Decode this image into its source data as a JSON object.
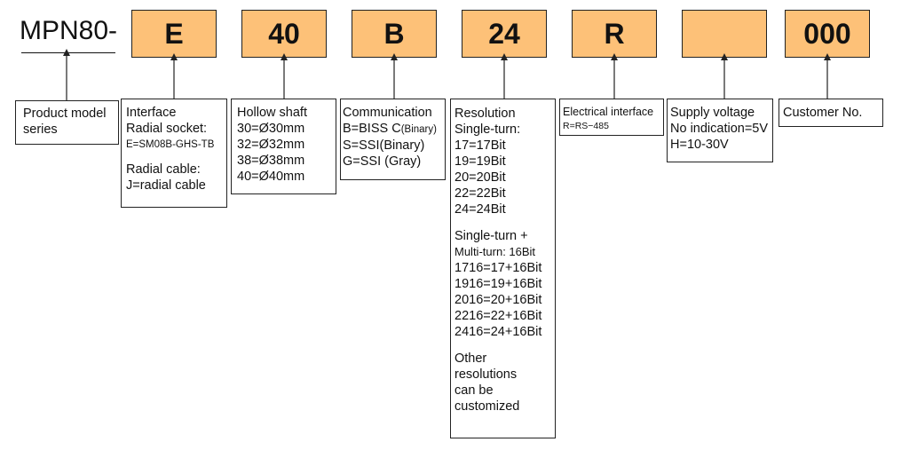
{
  "model_prefix": "MPN80-",
  "accent_color": "#FDC178",
  "codes": [
    "E",
    "40",
    "B",
    "24",
    "R",
    "",
    "000"
  ],
  "boxes": {
    "product": [
      "Product model",
      "series"
    ],
    "interface": {
      "title": "Interface",
      "socket_label": "Radial socket:",
      "socket_value": "E=SM08B-GHS-TB",
      "cable_label": "Radial cable:",
      "cable_value": "J=radial cable"
    },
    "shaft": [
      "Hollow shaft",
      "30=Ø30mm",
      "32=Ø32mm",
      "38=Ø38mm",
      "40=Ø40mm"
    ],
    "communication": {
      "title": "Communication",
      "b_main": "B=BISS C",
      "b_sub": "(Binary)",
      "s": "S=SSI(Binary)",
      "g": "G=SSI (Gray)"
    },
    "resolution": {
      "title": "Resolution",
      "single_title": "Single-turn:",
      "single": [
        "17=17Bit",
        "19=19Bit",
        "20=20Bit",
        "22=22Bit",
        "24=24Bit"
      ],
      "multi_title1": "Single-turn +",
      "multi_title2a": "Multi-turn",
      "multi_title2b": ": 16Bit",
      "multi": [
        "1716=17+16Bit",
        "1916=19+16Bit",
        "2016=20+16Bit",
        "2216=22+16Bit",
        "2416=24+16Bit"
      ],
      "other": [
        "Other",
        "resolutions",
        "can be",
        "customized"
      ]
    },
    "electrical": {
      "title": "Electrical interface",
      "value": "R=RS−485"
    },
    "supply": [
      "Supply voltage",
      "No indication=5V",
      "H=10-30V"
    ],
    "customer": "Customer No."
  }
}
